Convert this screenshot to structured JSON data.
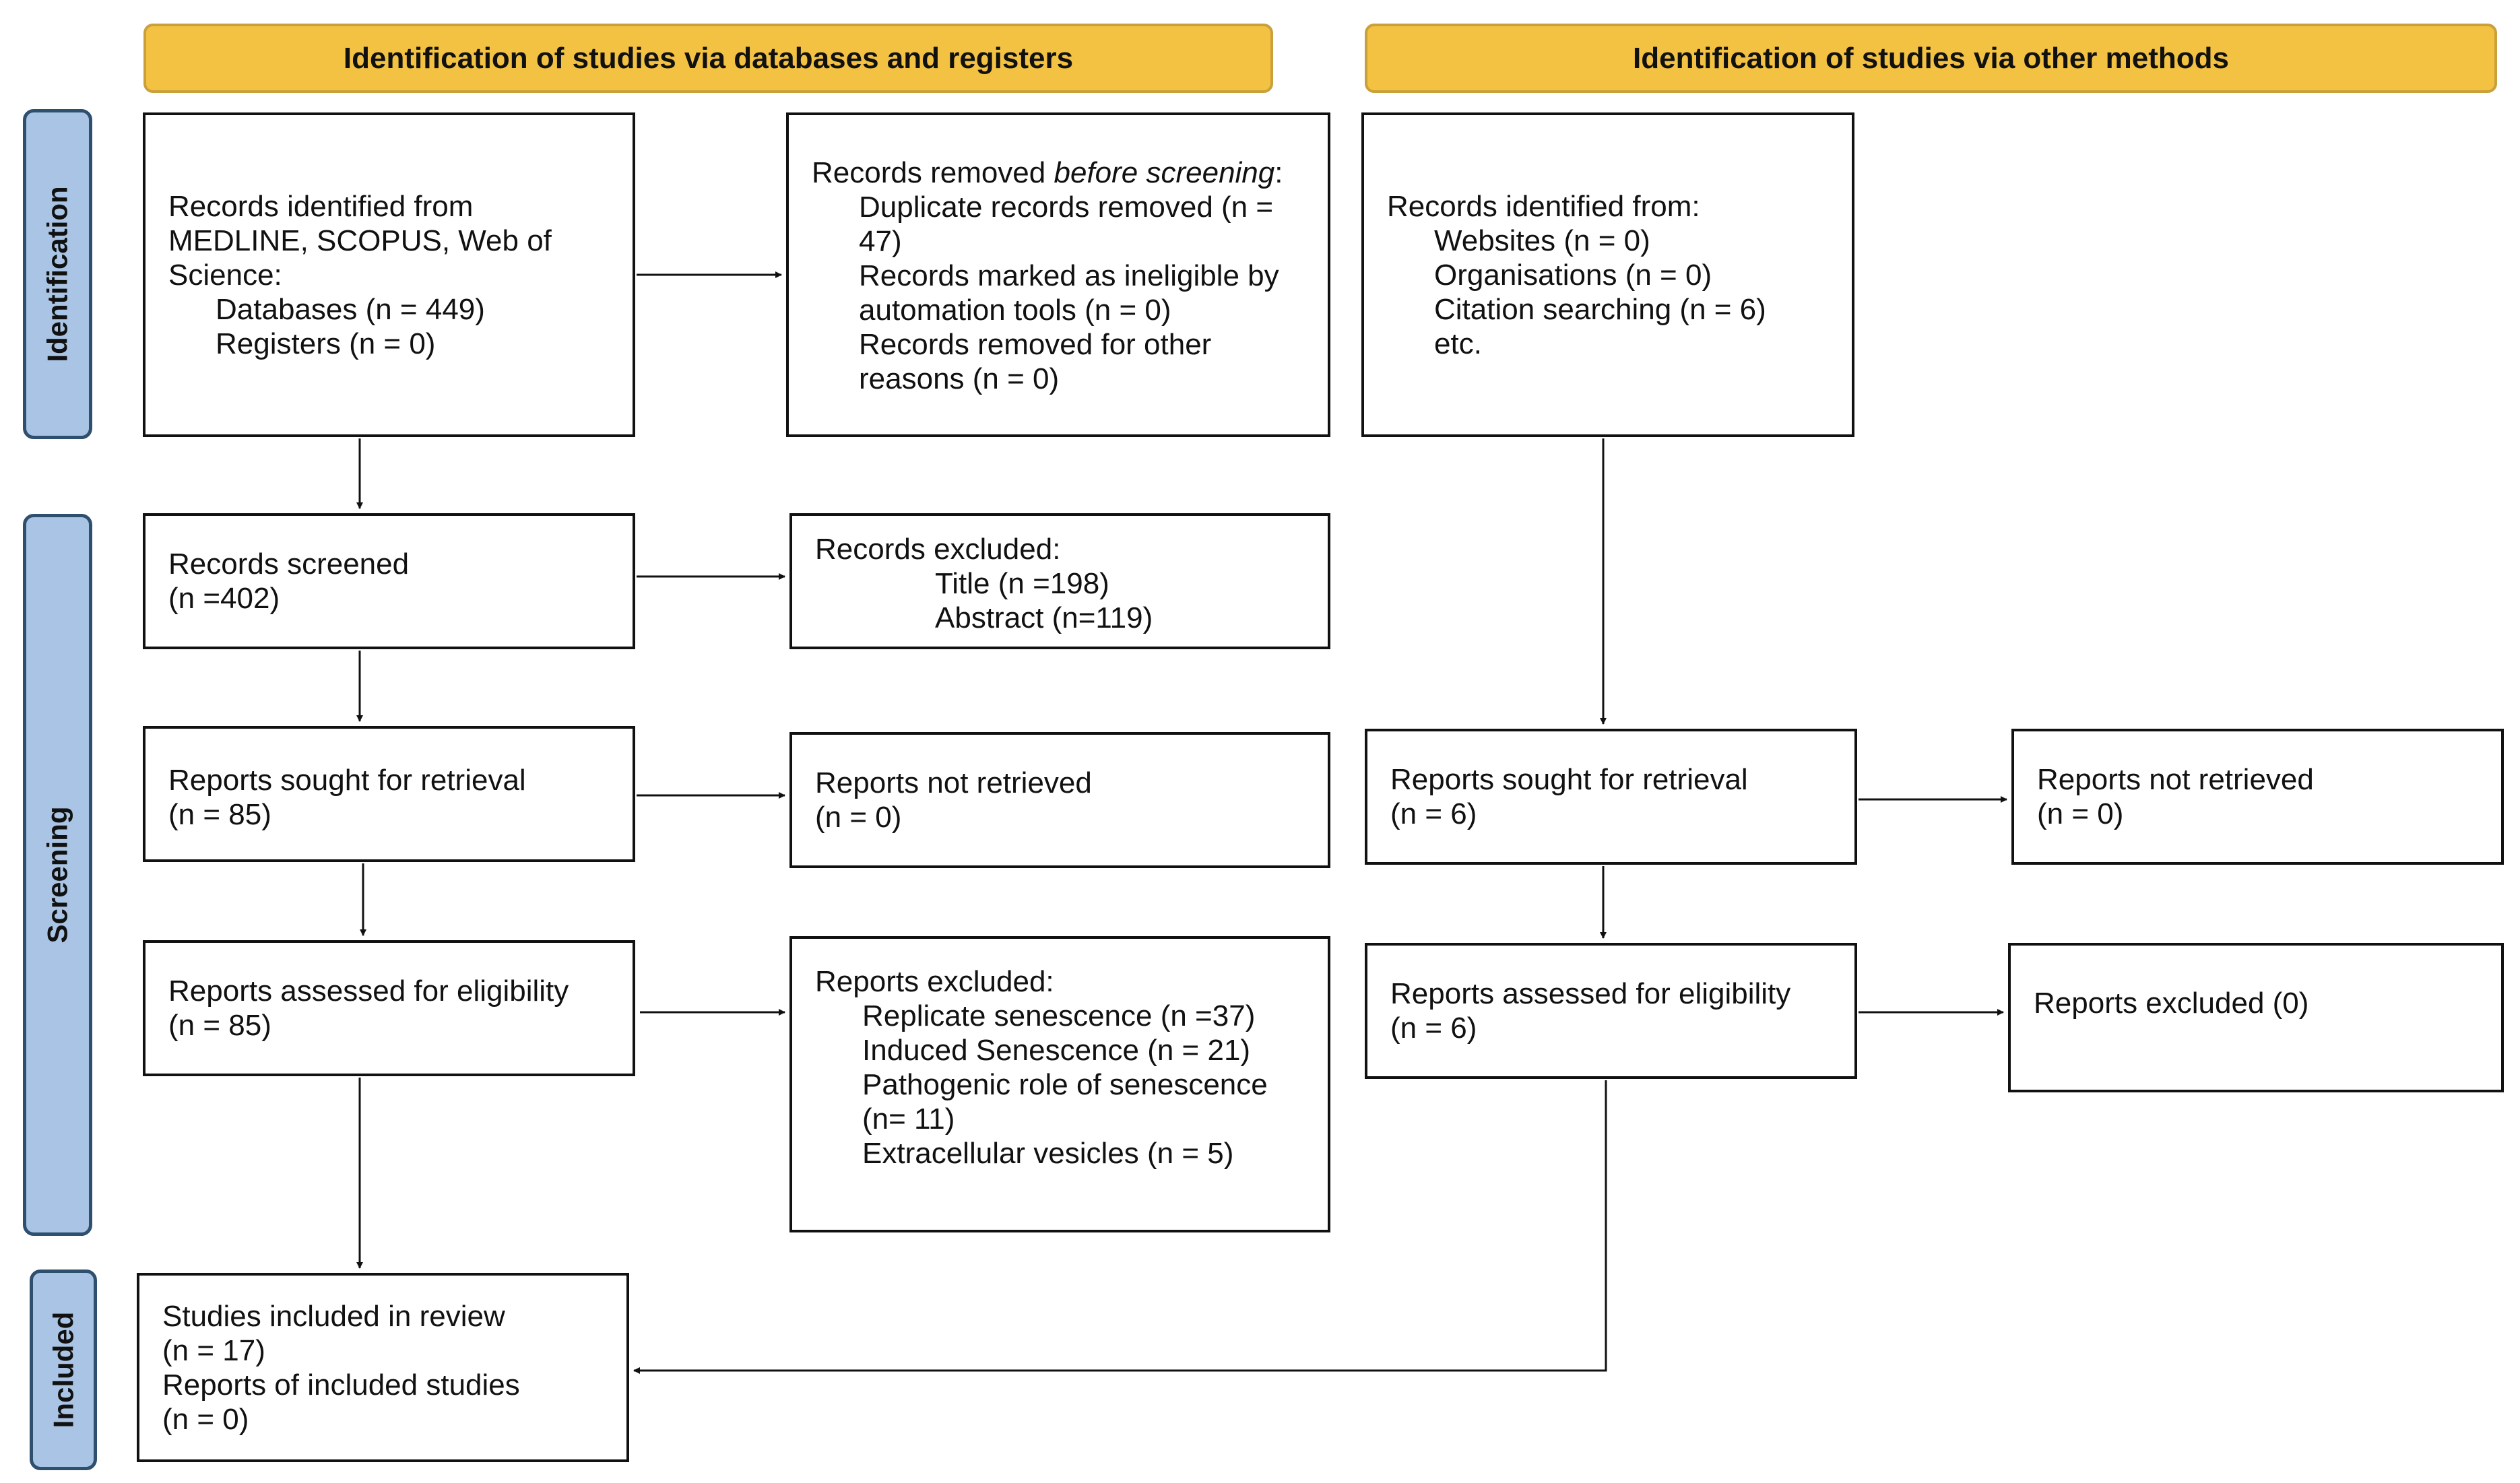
{
  "headers": {
    "databases": "Identification of studies via databases and registers",
    "other": "Identification of studies via other methods"
  },
  "phases": {
    "identification": "Identification",
    "screening": "Screening",
    "included": "Included"
  },
  "boxes": {
    "identified": [
      "Records identified from",
      "MEDLINE, SCOPUS, Web of",
      "Science:",
      "Databases (n = 449)",
      "Registers (n = 0)"
    ],
    "removed": {
      "title_prefix": "Records removed ",
      "title_emph": "before screening",
      "title_suffix": ":",
      "lines": [
        "Duplicate records removed (n =",
        "47)",
        "Records marked as ineligible by",
        "automation tools (n = 0)",
        "Records removed for other",
        "reasons (n = 0)"
      ]
    },
    "other_identified": [
      "Records identified from:",
      "Websites (n = 0)",
      "Organisations (n = 0)",
      "Citation searching (n = 6)",
      "etc."
    ],
    "screened": [
      "Records screened",
      "(n =402)"
    ],
    "excluded": [
      "Records excluded:",
      "Title (n =198)",
      "Abstract (n=119)"
    ],
    "sought": [
      "Reports sought for retrieval",
      "(n = 85)"
    ],
    "not_retrieved": [
      "Reports not retrieved",
      "(n = 0)"
    ],
    "other_sought": [
      "Reports sought for retrieval",
      "(n = 6)"
    ],
    "other_not_retrieved": [
      "Reports not retrieved",
      "(n = 0)"
    ],
    "assessed": [
      "Reports assessed for eligibility",
      "(n = 85)"
    ],
    "reports_excluded": [
      "Reports excluded:",
      "Replicate senescence (n =37)",
      "Induced Senescence (n = 21)",
      "Pathogenic role of senescence",
      "(n= 11)",
      "Extracellular vesicles (n = 5)"
    ],
    "other_assessed": [
      "Reports assessed for eligibility",
      "(n = 6)"
    ],
    "other_reports_excluded": [
      "Reports excluded (0)"
    ],
    "included": [
      "Studies included in review",
      "(n = 17)",
      "Reports of included studies",
      "(n = 0)"
    ]
  }
}
